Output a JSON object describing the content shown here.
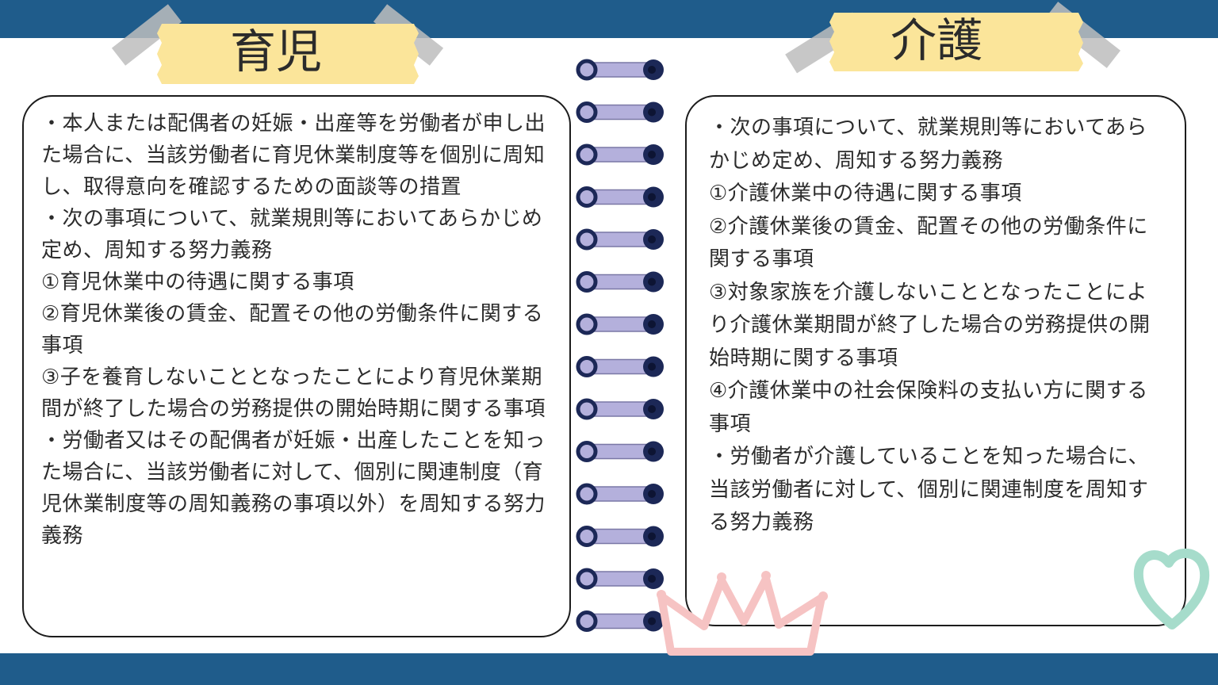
{
  "theme": {
    "band_color": "#1f5c8b",
    "label_yellow": "#fbe59a",
    "ring_purple": "#b4b0dc",
    "ring_navy": "#1c2857",
    "crown_pink": "#f6c3c3",
    "heart_mint": "#a6dccb"
  },
  "left": {
    "title": "育児",
    "body": "・本人または配偶者の妊娠・出産等を労働者が申し出た場合に、当該労働者に育児休業制度等を個別に周知し、取得意向を確認するための面談等の措置\n・次の事項について、就業規則等においてあらかじめ定め、周知する努力義務\n①育児休業中の待遇に関する事項\n②育児休業後の賃金、配置その他の労働条件に関する事項\n③子を養育しないこととなったことにより育児休業期間が終了した場合の労務提供の開始時期に関する事項\n・労働者又はその配偶者が妊娠・出産したことを知った場合に、当該労働者に対して、個別に関連制度（育児休業制度等の周知義務の事項以外）を周知する努力義務"
  },
  "right": {
    "title": "介護",
    "body": "・次の事項について、就業規則等においてあらかじめ定め、周知する努力義務\n①介護休業中の待遇に関する事項\n②介護休業後の賃金、配置その他の労働条件に関する事項\n③対象家族を介護しないこととなったことにより介護休業期間が終了した場合の労務提供の開始時期に関する事項\n④介護休業中の社会保険料の支払い方に関する事項\n・労働者が介護していることを知った場合に、当該労働者に対して、個別に関連制度を周知する努力義務"
  },
  "icons": {
    "rings": "spiral-binding-icon",
    "crown": "crown-icon",
    "heart": "heart-icon"
  }
}
